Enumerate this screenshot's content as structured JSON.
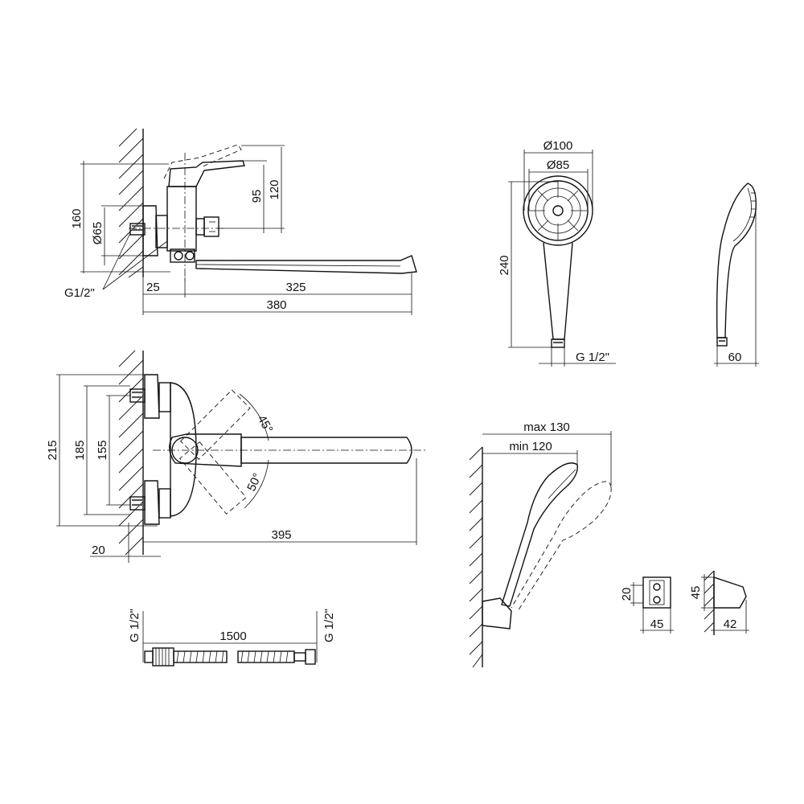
{
  "dimensions": {
    "d160": "160",
    "d65": "Ø65",
    "d95": "95",
    "d120": "120",
    "g12_side": "G1/2\"",
    "d25": "25",
    "d325": "325",
    "d380": "380",
    "d215": "215",
    "d185": "185",
    "d155": "155",
    "a45": "45°",
    "a50": "50°",
    "d395": "395",
    "d20": "20",
    "d1500": "1500",
    "hose_g_left": "G 1/2\"",
    "hose_g_right": "G 1/2\"",
    "d100": "Ø100",
    "d85": "Ø85",
    "d240": "240",
    "shower_g": "G 1/2\"",
    "d60": "60",
    "max130": "max 130",
    "min120": "min 120",
    "holder_20": "20",
    "holder_45w": "45",
    "holder_45h": "45",
    "holder_42": "42"
  }
}
